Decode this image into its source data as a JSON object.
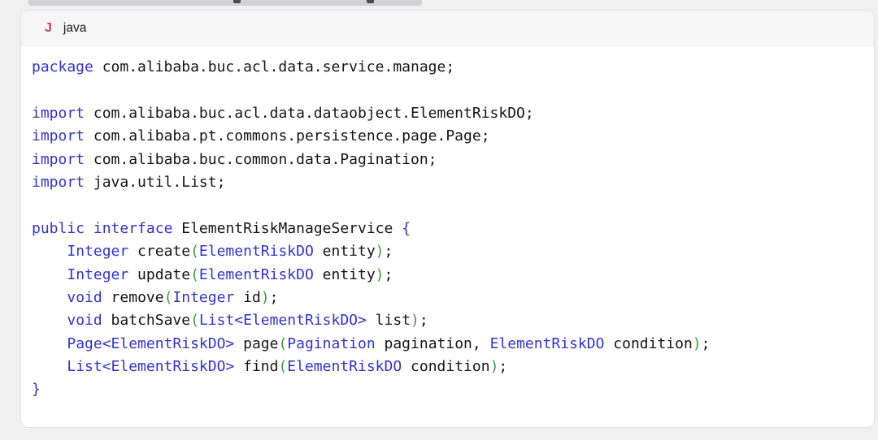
{
  "header": {
    "language_icon": "J",
    "language_label": "java"
  },
  "colors": {
    "keyword": "#3333cc",
    "plain": "#151515",
    "paren": "#3a9a3a",
    "icon_red": "#c2414e"
  },
  "code": {
    "language": "java",
    "lines": [
      {
        "tokens": [
          {
            "t": "package",
            "s": "kw"
          },
          {
            "t": " com.alibaba.buc.acl.data.service.manage;",
            "s": "pln"
          }
        ]
      },
      {
        "tokens": []
      },
      {
        "tokens": [
          {
            "t": "import",
            "s": "kw"
          },
          {
            "t": " com.alibaba.buc.acl.data.dataobject.ElementRiskDO;",
            "s": "pln"
          }
        ]
      },
      {
        "tokens": [
          {
            "t": "import",
            "s": "kw"
          },
          {
            "t": " com.alibaba.pt.commons.persistence.page.Page;",
            "s": "pln"
          }
        ]
      },
      {
        "tokens": [
          {
            "t": "import",
            "s": "kw"
          },
          {
            "t": " com.alibaba.buc.common.data.Pagination;",
            "s": "pln"
          }
        ]
      },
      {
        "tokens": [
          {
            "t": "import",
            "s": "kw"
          },
          {
            "t": " java.util.List;",
            "s": "pln"
          }
        ]
      },
      {
        "tokens": []
      },
      {
        "tokens": [
          {
            "t": "public",
            "s": "kw"
          },
          {
            "t": " ",
            "s": "pln"
          },
          {
            "t": "interface",
            "s": "kw"
          },
          {
            "t": " ElementRiskManageService ",
            "s": "pln"
          },
          {
            "t": "{",
            "s": "kw"
          }
        ]
      },
      {
        "tokens": [
          {
            "t": "    ",
            "s": "pln"
          },
          {
            "t": "Integer",
            "s": "kw"
          },
          {
            "t": " create",
            "s": "pln"
          },
          {
            "t": "(",
            "s": "pun"
          },
          {
            "t": "ElementRiskDO",
            "s": "kw"
          },
          {
            "t": " entity",
            "s": "pln"
          },
          {
            "t": ")",
            "s": "pun"
          },
          {
            "t": ";",
            "s": "pln"
          }
        ]
      },
      {
        "tokens": [
          {
            "t": "    ",
            "s": "pln"
          },
          {
            "t": "Integer",
            "s": "kw"
          },
          {
            "t": " update",
            "s": "pln"
          },
          {
            "t": "(",
            "s": "pun"
          },
          {
            "t": "ElementRiskDO",
            "s": "kw"
          },
          {
            "t": " entity",
            "s": "pln"
          },
          {
            "t": ")",
            "s": "pun"
          },
          {
            "t": ";",
            "s": "pln"
          }
        ]
      },
      {
        "tokens": [
          {
            "t": "    ",
            "s": "pln"
          },
          {
            "t": "void",
            "s": "kw"
          },
          {
            "t": " remove",
            "s": "pln"
          },
          {
            "t": "(",
            "s": "pun"
          },
          {
            "t": "Integer",
            "s": "kw"
          },
          {
            "t": " id",
            "s": "pln"
          },
          {
            "t": ")",
            "s": "pun"
          },
          {
            "t": ";",
            "s": "pln"
          }
        ]
      },
      {
        "tokens": [
          {
            "t": "    ",
            "s": "pln"
          },
          {
            "t": "void",
            "s": "kw"
          },
          {
            "t": " batchSave",
            "s": "pln"
          },
          {
            "t": "(",
            "s": "pun"
          },
          {
            "t": "List<ElementRiskDO>",
            "s": "kw"
          },
          {
            "t": " list",
            "s": "pln"
          },
          {
            "t": ")",
            "s": "pun"
          },
          {
            "t": ";",
            "s": "pln"
          }
        ]
      },
      {
        "tokens": [
          {
            "t": "    ",
            "s": "pln"
          },
          {
            "t": "Page<ElementRiskDO>",
            "s": "kw"
          },
          {
            "t": " page",
            "s": "pln"
          },
          {
            "t": "(",
            "s": "pun"
          },
          {
            "t": "Pagination",
            "s": "kw"
          },
          {
            "t": " pagination, ",
            "s": "pln"
          },
          {
            "t": "ElementRiskDO",
            "s": "kw"
          },
          {
            "t": " condition",
            "s": "pln"
          },
          {
            "t": ")",
            "s": "pun"
          },
          {
            "t": ";",
            "s": "pln"
          }
        ]
      },
      {
        "tokens": [
          {
            "t": "    ",
            "s": "pln"
          },
          {
            "t": "List<ElementRiskDO>",
            "s": "kw"
          },
          {
            "t": " find",
            "s": "pln"
          },
          {
            "t": "(",
            "s": "pun"
          },
          {
            "t": "ElementRiskDO",
            "s": "kw"
          },
          {
            "t": " condition",
            "s": "pln"
          },
          {
            "t": ")",
            "s": "pun"
          },
          {
            "t": ";",
            "s": "pln"
          }
        ]
      },
      {
        "tokens": [
          {
            "t": "}",
            "s": "kw"
          }
        ]
      }
    ]
  }
}
